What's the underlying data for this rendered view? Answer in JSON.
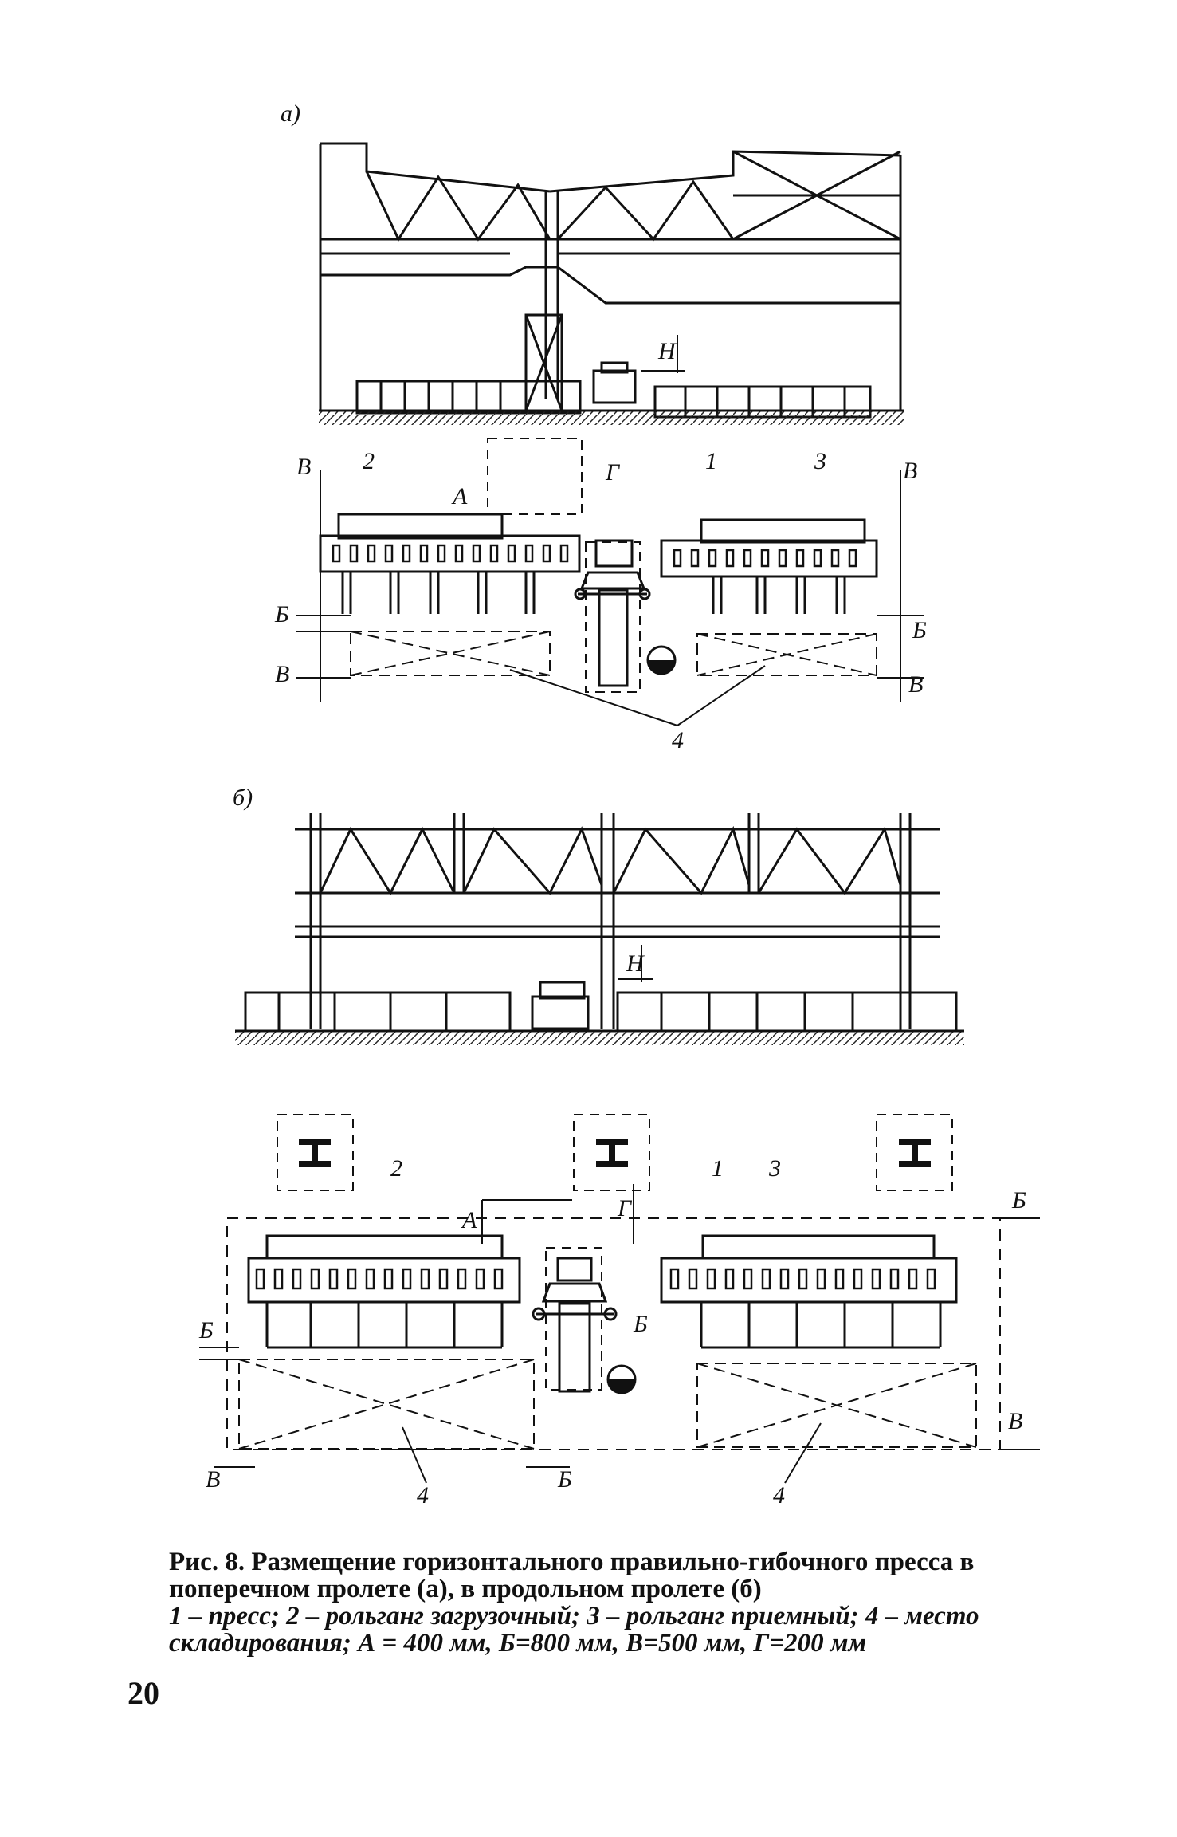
{
  "figure": {
    "part_a_label": "а)",
    "part_b_label": "б)",
    "callouts": {
      "press": "1",
      "loading_conveyor": "2",
      "receiving_conveyor": "3",
      "storage": "4"
    },
    "dimensions": {
      "A": "А",
      "B": "Б",
      "V": "В",
      "G": "Г",
      "H": "Н"
    }
  },
  "caption": {
    "title": "Рис. 8. Размещение горизонтального правильно-гибочного пресса в поперечном пролете (а), в продольном пролете (б)",
    "legend": "1 – пресс; 2 – рольганг загрузочный; 3 – рольганг приемный; 4 – место складирования; А = 400 мм, Б=800 мм, В=500 мм, Г=200 мм"
  },
  "page_number": "20"
}
